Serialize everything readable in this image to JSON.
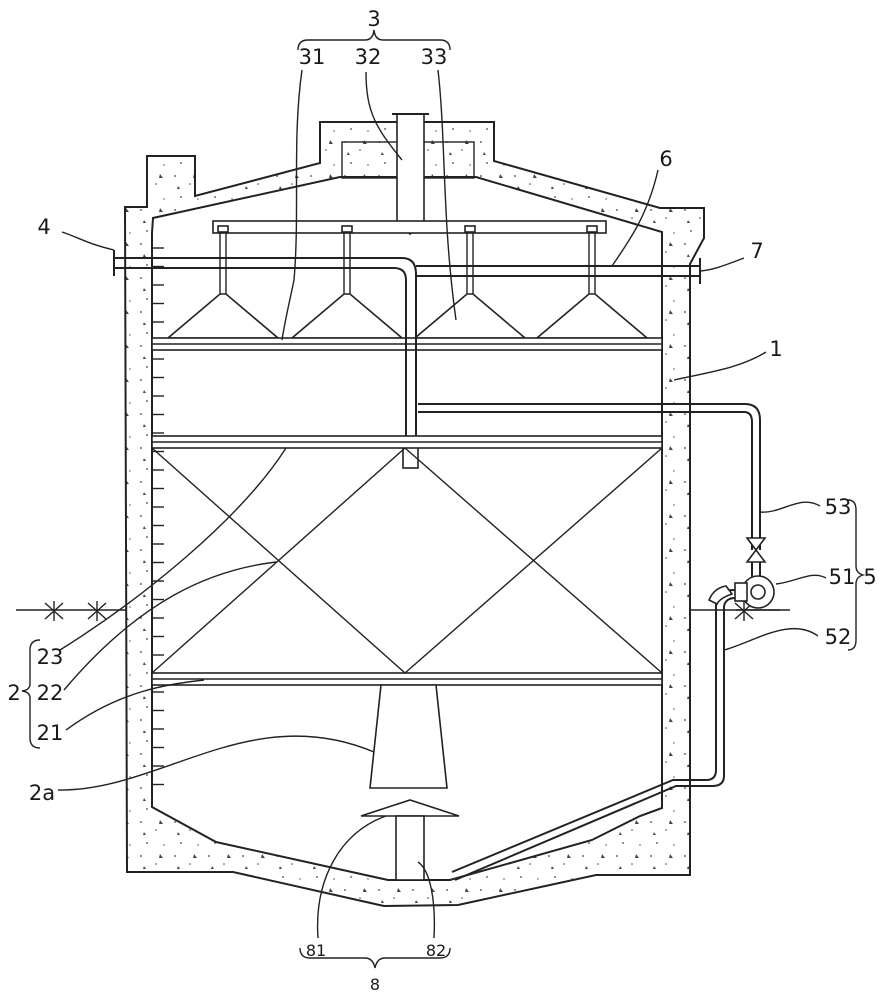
{
  "labels": {
    "l1": "1",
    "l2": "2",
    "l2a": "2a",
    "l21": "21",
    "l22": "22",
    "l23": "23",
    "l3": "3",
    "l31": "31",
    "l32": "32",
    "l33": "33",
    "l4": "4",
    "l5": "5",
    "l51": "51",
    "l52": "52",
    "l53": "53",
    "l6": "6",
    "l7": "7",
    "l8": "8",
    "l81": "81",
    "l82": "82"
  }
}
